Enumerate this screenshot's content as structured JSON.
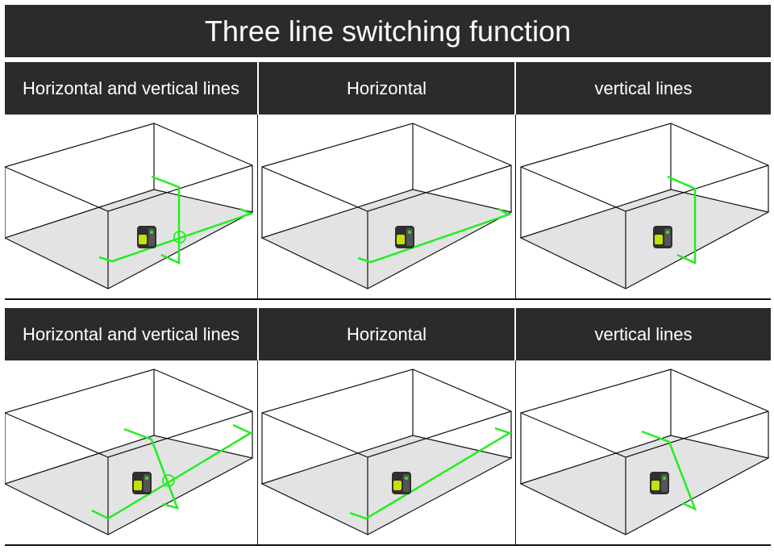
{
  "title": "Three line switching function",
  "rows": [
    {
      "labels": [
        "Horizontal and vertical lines",
        "Horizontal",
        "vertical lines"
      ]
    },
    {
      "labels": [
        "Horizontal and vertical lines",
        "Horizontal",
        "vertical lines"
      ]
    }
  ],
  "colors": {
    "header_bg": "#2b2b2b",
    "header_text": "#ffffff",
    "laser_green": "#22ee22",
    "floor": "#e3e3e3",
    "device_body": "#2f2f2f",
    "device_accent": "#c8e000"
  },
  "icons": [
    "laser-level-device-icon",
    "laser-crosshair-icon"
  ]
}
